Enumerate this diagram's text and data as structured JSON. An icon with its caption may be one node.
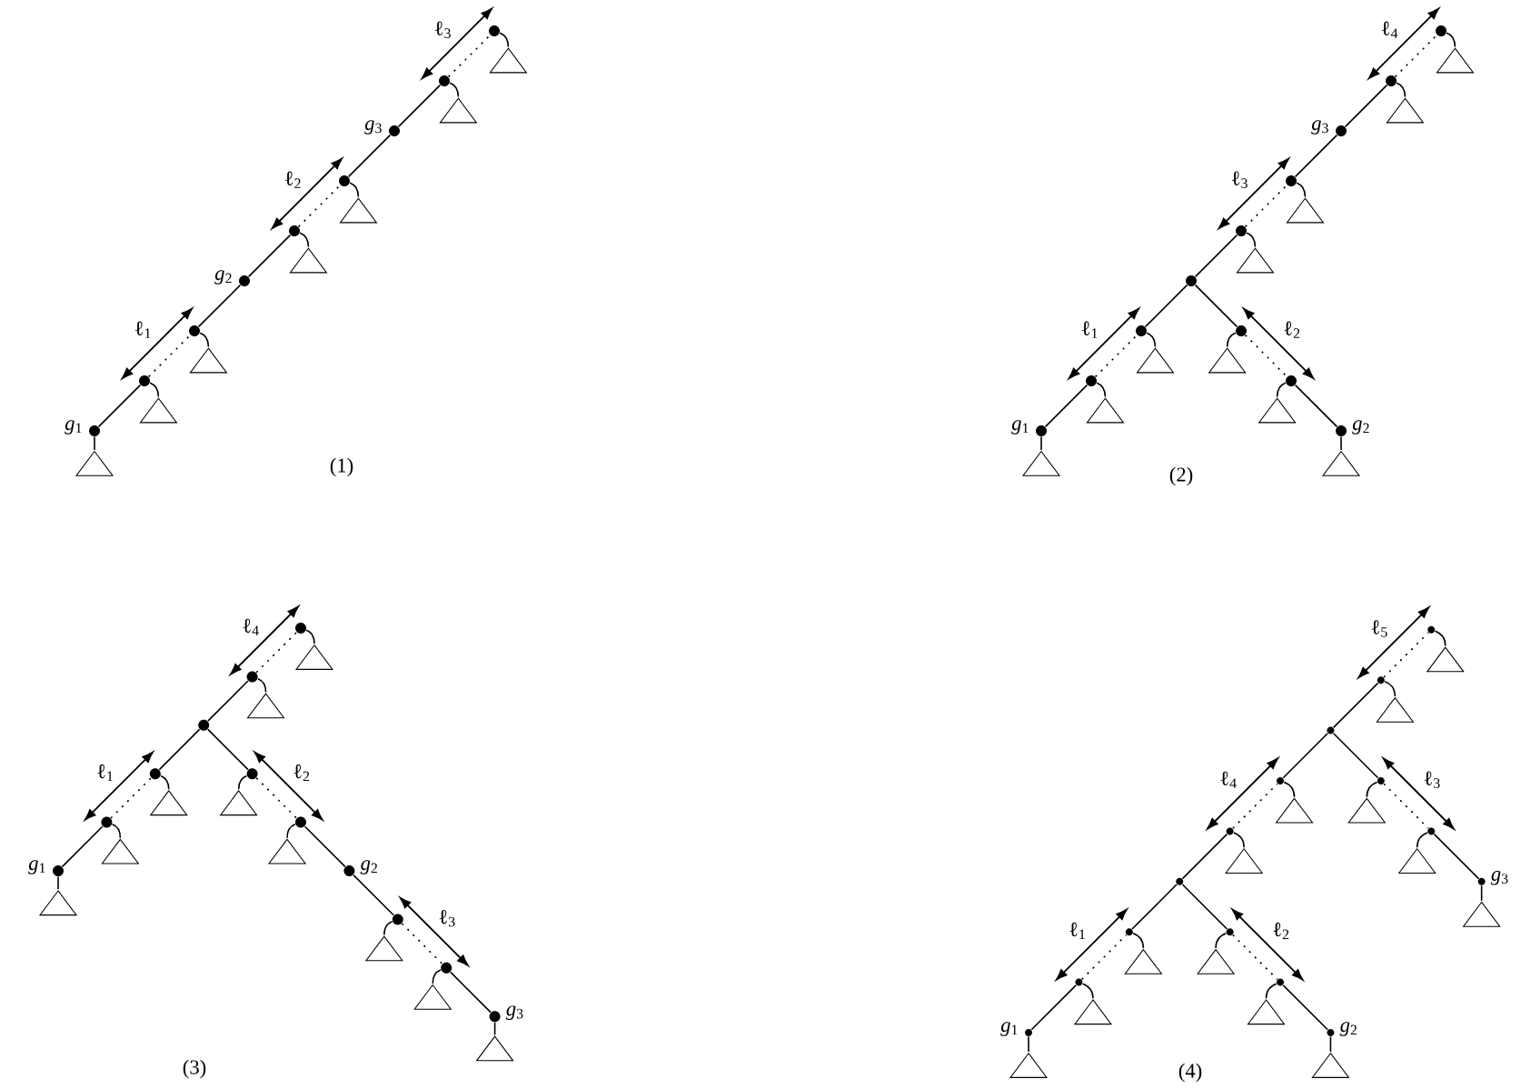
{
  "diagram": {
    "nodes": [
      {
        "text": [],
        "shape": "circle",
        "beside": [
          "*g*$_{1}$"
        ]
      },
      {
        "text": [],
        "shape": "triangle"
      },
      {
        "text": [],
        "shape": "circle"
      },
      {
        "text": [],
        "shape": "triangle"
      },
      {
        "text": [],
        "shape": "circle"
      },
      {
        "text": [],
        "shape": "triangle"
      },
      {
        "text": [],
        "shape": "circle",
        "beside": [
          "*g*$_{2}$"
        ]
      },
      {
        "text": [],
        "shape": "circle"
      },
      {
        "text": [],
        "shape": "triangle"
      },
      {
        "text": [],
        "shape": "circle"
      },
      {
        "text": [],
        "shape": "triangle"
      },
      {
        "text": [],
        "shape": "circle",
        "beside": [
          "*g*$_{3}$"
        ]
      },
      {
        "text": [],
        "shape": "circle"
      },
      {
        "text": [],
        "shape": "triangle"
      },
      {
        "text": [],
        "shape": "circle"
      },
      {
        "text": [],
        "shape": "triangle"
      },
      {
        "text": [],
        "shape": "circle",
        "beside": [
          "*g*$_{1}$"
        ]
      },
      {
        "text": [],
        "shape": "triangle"
      },
      {
        "text": [],
        "shape": "circle"
      },
      {
        "text": [],
        "shape": "triangle"
      },
      {
        "text": [],
        "shape": "circle"
      },
      {
        "text": [],
        "shape": "triangle"
      },
      {
        "text": [],
        "shape": "circle"
      },
      {
        "text": [],
        "shape": "circle"
      },
      {
        "text": [],
        "shape": "triangle"
      },
      {
        "text": [],
        "shape": "circle"
      },
      {
        "text": [],
        "shape": "triangle"
      },
      {
        "text": [],
        "shape": "circle",
        "beside": [
          "*g*$_{2}$"
        ]
      },
      {
        "text": [],
        "shape": "triangle"
      },
      {
        "text": [],
        "shape": "circle"
      },
      {
        "text": [],
        "shape": "triangle"
      },
      {
        "text": [],
        "shape": "circle"
      },
      {
        "text": [],
        "shape": "triangle"
      },
      {
        "text": [],
        "shape": "circle",
        "beside": [
          "*g*$_{3}$"
        ]
      },
      {
        "text": [],
        "shape": "circle"
      },
      {
        "text": [],
        "shape": "triangle"
      },
      {
        "text": [],
        "shape": "circle"
      },
      {
        "text": [],
        "shape": "triangle"
      },
      {
        "text": [],
        "shape": "circle",
        "beside": [
          "*g*$_{1}$"
        ]
      },
      {
        "text": [],
        "shape": "triangle"
      },
      {
        "text": [],
        "shape": "circle"
      },
      {
        "text": [],
        "shape": "triangle"
      },
      {
        "text": [],
        "shape": "circle"
      },
      {
        "text": [],
        "shape": "triangle"
      },
      {
        "text": [],
        "shape": "circle"
      },
      {
        "text": [],
        "shape": "circle"
      },
      {
        "text": [],
        "shape": "triangle"
      },
      {
        "text": [],
        "shape": "circle"
      },
      {
        "text": [],
        "shape": "triangle"
      },
      {
        "text": [],
        "shape": "circle",
        "beside": [
          "*g*$_{2}$"
        ]
      },
      {
        "text": [],
        "shape": "circle"
      },
      {
        "text": [],
        "shape": "triangle"
      },
      {
        "text": [],
        "shape": "circle"
      },
      {
        "text": [],
        "shape": "triangle"
      },
      {
        "text": [],
        "shape": "circle",
        "beside": [
          "*g*$_{3}$"
        ]
      },
      {
        "text": [],
        "shape": "triangle"
      },
      {
        "text": [],
        "shape": "circle"
      },
      {
        "text": [],
        "shape": "triangle"
      },
      {
        "text": [],
        "shape": "circle"
      },
      {
        "text": [],
        "shape": "triangle"
      },
      {
        "text": [],
        "shape": "circle",
        "beside": [
          "*g*$_{1}$"
        ]
      },
      {
        "text": [],
        "shape": "triangle"
      },
      {
        "text": [],
        "shape": "circle"
      },
      {
        "text": [],
        "shape": "triangle"
      },
      {
        "text": [],
        "shape": "circle"
      },
      {
        "text": [],
        "shape": "triangle"
      },
      {
        "text": [],
        "shape": "circle"
      },
      {
        "text": [],
        "shape": "circle"
      },
      {
        "text": [],
        "shape": "triangle"
      },
      {
        "text": [],
        "shape": "circle"
      },
      {
        "text": [],
        "shape": "triangle"
      },
      {
        "text": [],
        "shape": "circle",
        "beside": [
          "*g*$_{2}$"
        ]
      },
      {
        "text": [],
        "shape": "triangle"
      },
      {
        "text": [],
        "shape": "circle"
      },
      {
        "text": [],
        "shape": "triangle"
      },
      {
        "text": [],
        "shape": "circle"
      },
      {
        "text": [],
        "shape": "triangle"
      },
      {
        "text": [],
        "shape": "circle"
      },
      {
        "text": [],
        "shape": "circle"
      },
      {
        "text": [],
        "shape": "triangle"
      },
      {
        "text": [],
        "shape": "circle"
      },
      {
        "text": [],
        "shape": "triangle"
      },
      {
        "text": [],
        "shape": "circle",
        "beside": [
          "*g*$_{3}$"
        ]
      },
      {
        "text": [],
        "shape": "triangle"
      },
      {
        "text": [],
        "shape": "circle"
      },
      {
        "text": [],
        "shape": "triangle"
      },
      {
        "text": [],
        "shape": "circle"
      },
      {
        "text": [],
        "shape": "triangle"
      }
    ],
    "edges": [
      {
        "from": 0,
        "to": 1,
        "arrow": "none"
      },
      {
        "from": 0,
        "to": 2,
        "arrow": "none"
      },
      {
        "from": 2,
        "to": 3,
        "arrow": "none"
      },
      {
        "from": 2,
        "to": 4,
        "arrow": "none",
        "style": "dashed"
      },
      {
        "from": 4,
        "to": 5,
        "arrow": "none"
      },
      {
        "from": 4,
        "to": 6,
        "arrow": "none"
      },
      {
        "from": 6,
        "to": 7,
        "arrow": "none"
      },
      {
        "from": 7,
        "to": 8,
        "arrow": "none"
      },
      {
        "from": 7,
        "to": 9,
        "arrow": "none",
        "style": "dashed"
      },
      {
        "from": 9,
        "to": 10,
        "arrow": "none"
      },
      {
        "from": 9,
        "to": 11,
        "arrow": "none"
      },
      {
        "from": 11,
        "to": 12,
        "arrow": "none"
      },
      {
        "from": 12,
        "to": 13,
        "arrow": "none"
      },
      {
        "from": 12,
        "to": 14,
        "arrow": "none",
        "style": "dashed"
      },
      {
        "from": 14,
        "to": 15,
        "arrow": "none"
      },
      {
        "from": 16,
        "to": 17,
        "arrow": "none"
      },
      {
        "from": 16,
        "to": 18,
        "arrow": "none"
      },
      {
        "from": 18,
        "to": 19,
        "arrow": "none"
      },
      {
        "from": 18,
        "to": 20,
        "arrow": "none",
        "style": "dashed"
      },
      {
        "from": 20,
        "to": 21,
        "arrow": "none"
      },
      {
        "from": 20,
        "to": 22,
        "arrow": "none"
      },
      {
        "from": 22,
        "to": 23,
        "arrow": "none"
      },
      {
        "from": 23,
        "to": 24,
        "arrow": "none"
      },
      {
        "from": 23,
        "to": 25,
        "arrow": "none",
        "style": "dashed"
      },
      {
        "from": 25,
        "to": 26,
        "arrow": "none"
      },
      {
        "from": 25,
        "to": 27,
        "arrow": "none"
      },
      {
        "from": 27,
        "to": 28,
        "arrow": "none"
      },
      {
        "from": 22,
        "to": 29,
        "arrow": "none"
      },
      {
        "from": 29,
        "to": 30,
        "arrow": "none"
      },
      {
        "from": 29,
        "to": 31,
        "arrow": "none",
        "style": "dashed"
      },
      {
        "from": 31,
        "to": 32,
        "arrow": "none"
      },
      {
        "from": 31,
        "to": 33,
        "arrow": "none"
      },
      {
        "from": 33,
        "to": 34,
        "arrow": "none"
      },
      {
        "from": 34,
        "to": 35,
        "arrow": "none"
      },
      {
        "from": 34,
        "to": 36,
        "arrow": "none",
        "style": "dashed"
      },
      {
        "from": 36,
        "to": 37,
        "arrow": "none"
      },
      {
        "from": 38,
        "to": 39,
        "arrow": "none"
      },
      {
        "from": 38,
        "to": 40,
        "arrow": "none"
      },
      {
        "from": 40,
        "to": 41,
        "arrow": "none"
      },
      {
        "from": 40,
        "to": 42,
        "arrow": "none",
        "style": "dashed"
      },
      {
        "from": 42,
        "to": 43,
        "arrow": "none"
      },
      {
        "from": 42,
        "to": 44,
        "arrow": "none"
      },
      {
        "from": 44,
        "to": 45,
        "arrow": "none"
      },
      {
        "from": 45,
        "to": 46,
        "arrow": "none"
      },
      {
        "from": 45,
        "to": 47,
        "arrow": "none",
        "style": "dashed"
      },
      {
        "from": 47,
        "to": 48,
        "arrow": "none"
      },
      {
        "from": 47,
        "to": 49,
        "arrow": "none"
      },
      {
        "from": 49,
        "to": 50,
        "arrow": "none"
      },
      {
        "from": 50,
        "to": 51,
        "arrow": "none"
      },
      {
        "from": 50,
        "to": 52,
        "arrow": "none",
        "style": "dashed"
      },
      {
        "from": 52,
        "to": 53,
        "arrow": "none"
      },
      {
        "from": 52,
        "to": 54,
        "arrow": "none"
      },
      {
        "from": 54,
        "to": 55,
        "arrow": "none"
      },
      {
        "from": 44,
        "to": 56,
        "arrow": "none"
      },
      {
        "from": 56,
        "to": 57,
        "arrow": "none"
      },
      {
        "from": 56,
        "to": 58,
        "arrow": "none",
        "style": "dashed"
      },
      {
        "from": 58,
        "to": 59,
        "arrow": "none"
      },
      {
        "from": 60,
        "to": 61,
        "arrow": "none"
      },
      {
        "from": 60,
        "to": 62,
        "arrow": "none"
      },
      {
        "from": 62,
        "to": 63,
        "arrow": "none"
      },
      {
        "from": 62,
        "to": 64,
        "arrow": "none",
        "style": "dashed"
      },
      {
        "from": 64,
        "to": 65,
        "arrow": "none"
      },
      {
        "from": 64,
        "to": 66,
        "arrow": "none"
      },
      {
        "from": 66,
        "to": 67,
        "arrow": "none"
      },
      {
        "from": 67,
        "to": 68,
        "arrow": "none"
      },
      {
        "from": 67,
        "to": 69,
        "arrow": "none",
        "style": "dashed"
      },
      {
        "from": 69,
        "to": 70,
        "arrow": "none"
      },
      {
        "from": 69,
        "to": 71,
        "arrow": "none"
      },
      {
        "from": 71,
        "to": 72,
        "arrow": "none"
      },
      {
        "from": 66,
        "to": 73,
        "arrow": "none"
      },
      {
        "from": 73,
        "to": 74,
        "arrow": "none"
      },
      {
        "from": 73,
        "to": 75,
        "arrow": "none",
        "style": "dashed"
      },
      {
        "from": 75,
        "to": 76,
        "arrow": "none"
      },
      {
        "from": 75,
        "to": 77,
        "arrow": "none"
      },
      {
        "from": 77,
        "to": 78,
        "arrow": "none"
      },
      {
        "from": 78,
        "to": 79,
        "arrow": "none"
      },
      {
        "from": 78,
        "to": 80,
        "arrow": "none",
        "style": "dashed"
      },
      {
        "from": 80,
        "to": 81,
        "arrow": "none"
      },
      {
        "from": 80,
        "to": 82,
        "arrow": "none"
      },
      {
        "from": 82,
        "to": 83,
        "arrow": "none"
      },
      {
        "from": 77,
        "to": 84,
        "arrow": "none"
      },
      {
        "from": 84,
        "to": 85,
        "arrow": "none"
      },
      {
        "from": 84,
        "to": 86,
        "arrow": "none",
        "style": "dashed"
      },
      {
        "from": 86,
        "to": 87,
        "arrow": "none"
      }
    ],
    "labels": [
      "ℓ$_{3}$",
      "ℓ$_{2}$",
      "ℓ$_{1}$",
      "(1)",
      "ℓ$_{4}$",
      "ℓ$_{3}$",
      "ℓ$_{1}$",
      "ℓ$_{2}$",
      "(2)",
      "ℓ$_{4}$",
      "ℓ$_{1}$",
      "ℓ$_{2}$",
      "ℓ$_{3}$",
      "(3)",
      "ℓ$_{5}$",
      "ℓ$_{4}$",
      "ℓ$_{3}$",
      "ℓ$_{1}$",
      "ℓ$_{2}$",
      "(4)"
    ]
  }
}
